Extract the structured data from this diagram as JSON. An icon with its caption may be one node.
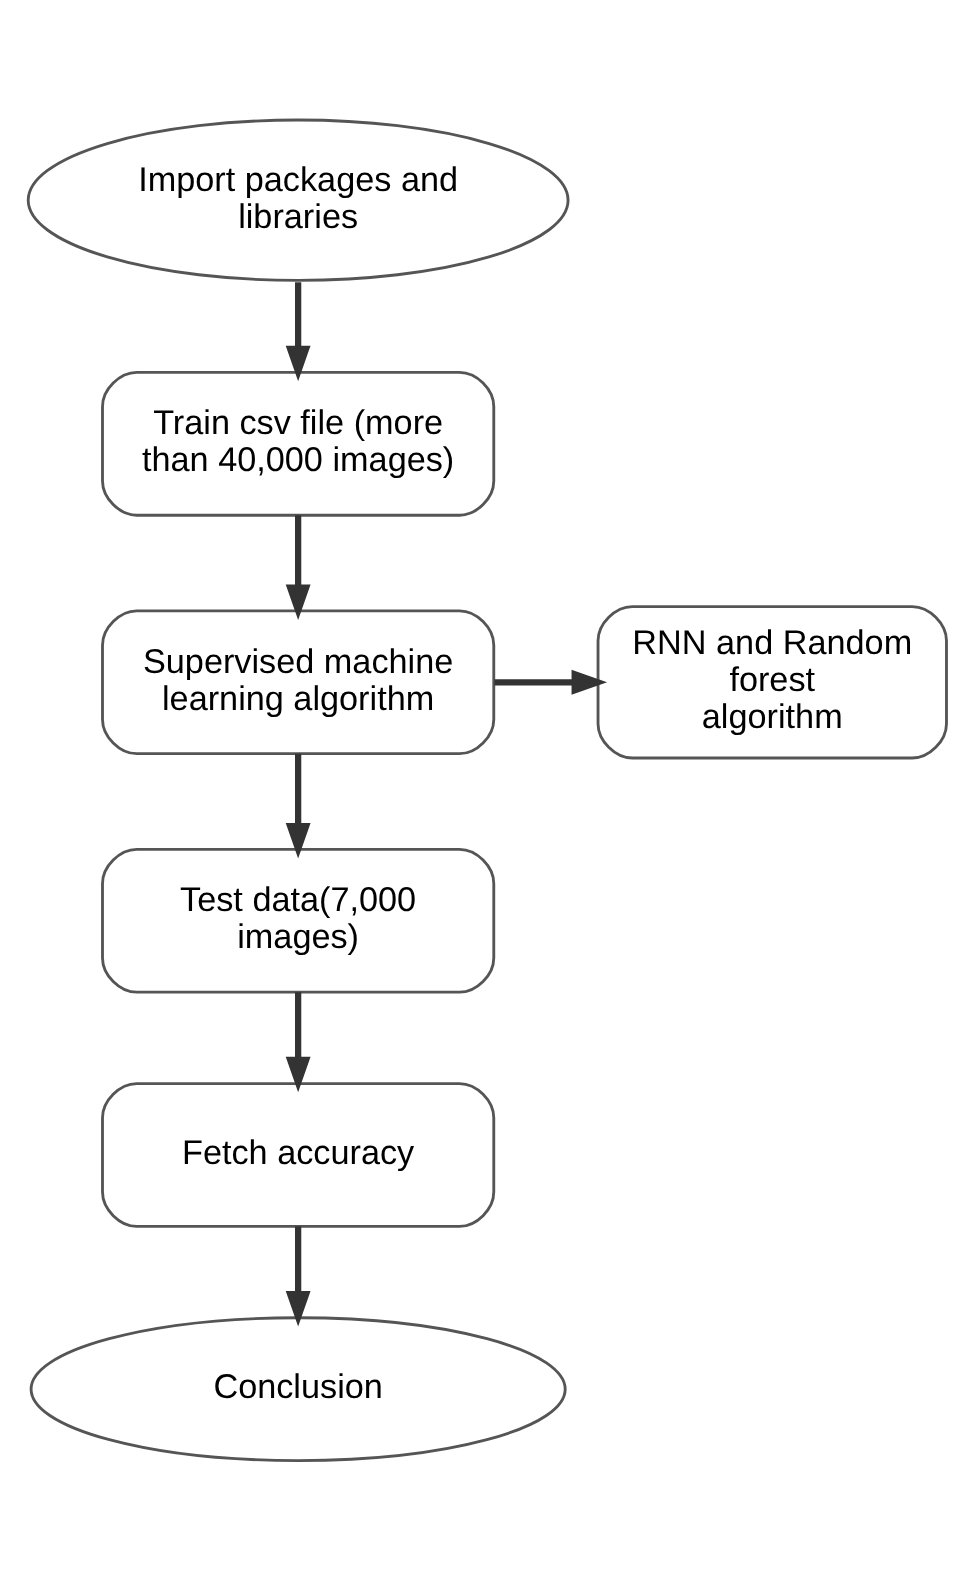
{
  "diagram": {
    "nodes": [
      {
        "text": [
          "Import packages and libraries"
        ]
      },
      {
        "text": [
          "Train csv file (more than 40,000 images)"
        ]
      },
      {
        "text": [
          "Supervised machine learning algorithm"
        ]
      },
      {
        "text": [
          "RNN and Random forest algorithm"
        ]
      },
      {
        "text": [
          "Test data(7,000 images)"
        ]
      },
      {
        "text": [
          "Fetch accuracy"
        ]
      },
      {
        "text": [
          "Conclusion"
        ]
      }
    ],
    "edges": [
      {
        "from": 0,
        "to": 1,
        "arrow": "to"
      },
      {
        "from": 1,
        "to": 2,
        "arrow": "to"
      },
      {
        "from": 2,
        "to": 3,
        "arrow": "to"
      },
      {
        "from": 2,
        "to": 4,
        "arrow": "to"
      },
      {
        "from": 4,
        "to": 5,
        "arrow": "to"
      },
      {
        "from": 5,
        "to": 6,
        "arrow": "to"
      }
    ]
  }
}
